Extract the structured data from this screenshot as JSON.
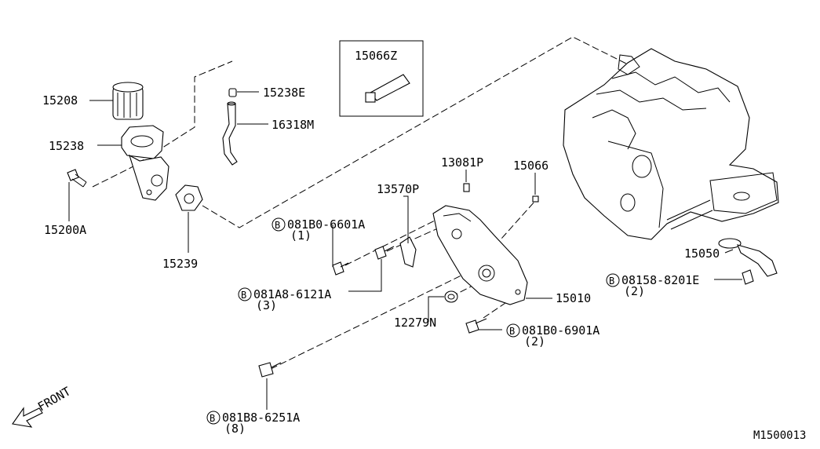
{
  "diagram_id": "M1500013",
  "front_label": "FRONT",
  "parts": {
    "p15208": "15208",
    "p15238": "15238",
    "p15200A": "15200A",
    "p15239": "15239",
    "p15238E": "15238E",
    "p16318M": "16318M",
    "p15066Z": "15066Z",
    "p13081P": "13081P",
    "p15066": "15066",
    "p13570P": "13570P",
    "p081B0_6601A": "081B0-6601A",
    "p081B0_6601A_qty": "(1)",
    "p081A8_6121A": "081A8-6121A",
    "p081A8_6121A_qty": "(3)",
    "p12279N": "12279N",
    "p15010": "15010",
    "p081B0_6901A": "081B0-6901A",
    "p081B0_6901A_qty": "(2)",
    "p081B8_6251A": "081B8-6251A",
    "p081B8_6251A_qty": "(8)",
    "p15050": "15050",
    "p08158_8201E": "08158-8201E",
    "p08158_8201E_qty": "(2)"
  },
  "bolt_marker": "B"
}
